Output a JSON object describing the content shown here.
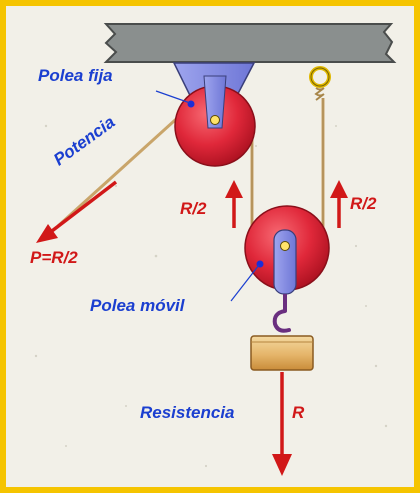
{
  "labels": {
    "fixed_pulley": "Polea fija",
    "power": "Potencia",
    "power_eq": "P=R/2",
    "left_force": "R/2",
    "right_force": "R/2",
    "movable_pulley": "Polea móvil",
    "resistance": "Resistencia",
    "resistance_symbol": "R"
  },
  "colors": {
    "frame": "#f5c400",
    "background": "#f2f0e8",
    "pulley": "#e0283a",
    "arrow": "#d11818",
    "label_blue": "#1b3fd0",
    "ceiling": "#8a8f8e",
    "rope": "#c9a56a"
  }
}
